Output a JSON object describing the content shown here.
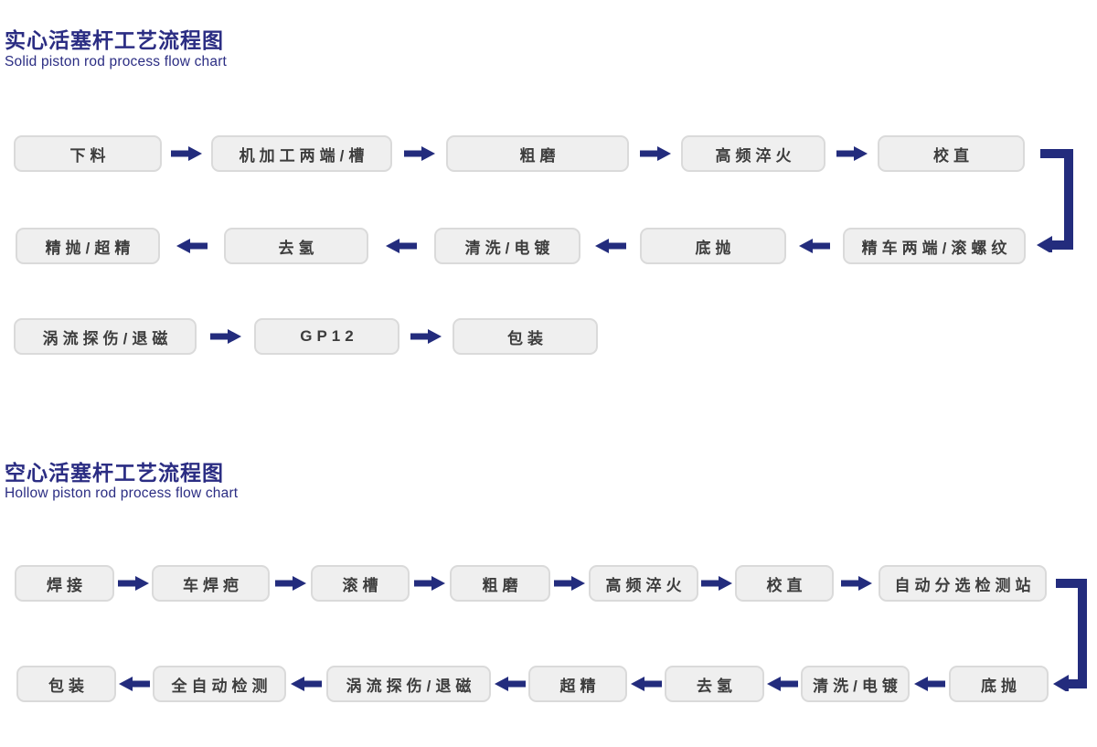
{
  "charts": [
    {
      "title": "实心活塞杆工艺流程图",
      "subtitle": "Solid piston rod process flow chart",
      "rows": [
        {
          "direction": "right",
          "boxes": [
            "下料",
            "机加工两端/槽",
            "粗磨",
            "高频淬火",
            "校直"
          ]
        },
        {
          "direction": "left",
          "boxes": [
            "精抛/超精",
            "去氢",
            "清洗/电镀",
            "底抛",
            "精车两端/滚螺纹"
          ]
        },
        {
          "direction": "right",
          "boxes": [
            "涡流探伤/退磁",
            "GP12",
            "包装"
          ]
        }
      ]
    },
    {
      "title": "空心活塞杆工艺流程图",
      "subtitle": "Hollow piston rod process flow chart",
      "rows": [
        {
          "direction": "right",
          "boxes": [
            "焊接",
            "车焊疤",
            "滚槽",
            "粗磨",
            "高频淬火",
            "校直",
            "自动分选检测站"
          ]
        },
        {
          "direction": "left",
          "boxes": [
            "包装",
            "全自动检测",
            "涡流探伤/退磁",
            "超精",
            "去氢",
            "清洗/电镀",
            "底抛"
          ]
        }
      ]
    }
  ],
  "colors": {
    "page_background": "#ffffff",
    "title": "#2b2d83",
    "arrow": "#232c7d",
    "box_fill": "#efefef",
    "box_border": "#dadada",
    "box_text": "#3d3d3d"
  },
  "icons": {
    "flow_arrow_right": "solid right arrow",
    "flow_arrow_left": "solid left arrow",
    "elbow_connector": "right-down-left elbow arrow"
  }
}
